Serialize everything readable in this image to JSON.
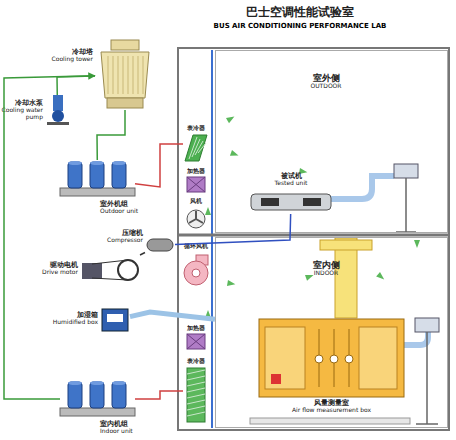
{
  "diagram": {
    "title": "巴士空调性能试验室",
    "nodes": [
      {
        "text": [
          "冷却塔",
          "Cooling tower"
        ]
      },
      {
        "text": [
          "冷却水泵",
          "Cooling water pump"
        ]
      },
      {
        "text": [
          "室外机组",
          "Outdoor unit"
        ]
      },
      {
        "text": [
          "压缩机",
          "Compressor"
        ]
      },
      {
        "text": [
          "驱动电机",
          "Drive motor"
        ]
      },
      {
        "text": [
          "加湿箱",
          "Humidified box"
        ]
      },
      {
        "text": [
          "室内机组",
          "Indoor unit"
        ]
      },
      {
        "text": [
          "室外侧",
          "OUTDOOR"
        ]
      },
      {
        "text": [
          "被试机",
          "Tested unit"
        ],
        "in": 7
      },
      {
        "text": [
          "室内侧",
          "INDOOR"
        ]
      },
      {
        "text": [
          "风量测量室",
          "Air flow measurement box"
        ],
        "in": 9
      },
      {
        "text": [
          "表冷器"
        ]
      },
      {
        "text": [
          "加热器"
        ]
      },
      {
        "text": [
          "风机"
        ]
      },
      {
        "text": [
          "循环风机"
        ]
      },
      {
        "text": [
          "加热器"
        ]
      },
      {
        "text": [
          "表冷器"
        ]
      }
    ],
    "edges": [
      {
        "from": 1,
        "to": 0,
        "arrow": "to"
      },
      {
        "from": 0,
        "to": 2,
        "arrow": "none"
      },
      {
        "from": 0,
        "to": 6,
        "arrow": "none"
      },
      {
        "from": 2,
        "to": 11,
        "arrow": "none"
      },
      {
        "from": 6,
        "to": 16,
        "arrow": "none"
      },
      {
        "from": 4,
        "to": 3,
        "arrow": "none"
      },
      {
        "from": 3,
        "to": 8,
        "arrow": "none"
      },
      {
        "from": 5,
        "to": 9,
        "arrow": "none"
      }
    ],
    "labels": [
      "BUS AIR CONDITIONING PERFORMANCE LAB"
    ]
  }
}
